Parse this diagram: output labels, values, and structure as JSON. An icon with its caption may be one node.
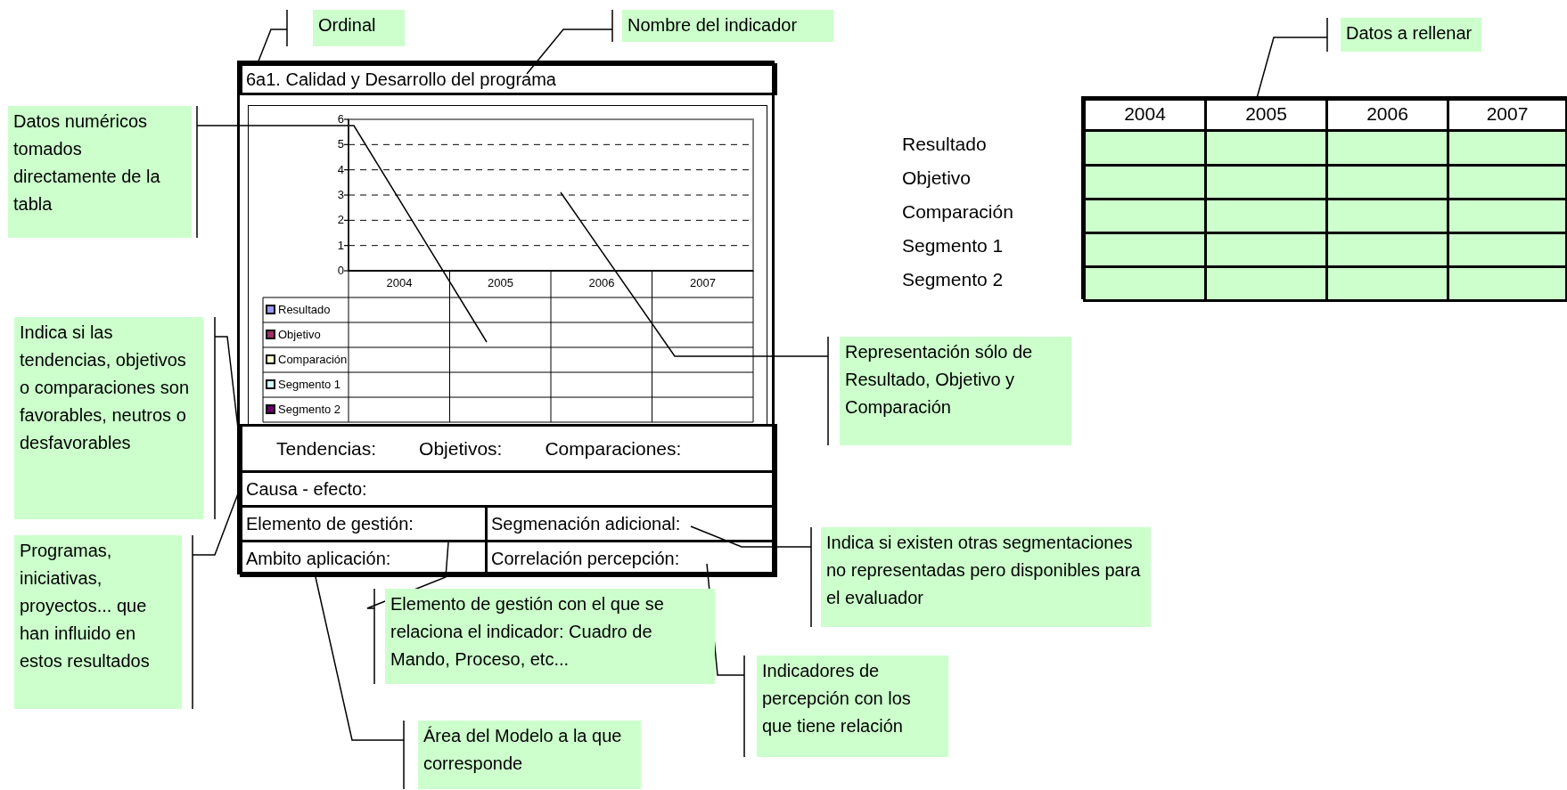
{
  "diagram": {
    "nodes": [
      {
        "text": [
          "Ordinal"
        ]
      },
      {
        "text": [
          "Nombre del indicador"
        ]
      },
      {
        "text": [],
        "shape": "box"
      },
      {
        "text": [
          "6a1. Calidad y Desarrollo del programa"
        ],
        "in": 2
      },
      {
        "text": [],
        "shape": "box",
        "in": 2
      },
      {
        "text": [
          "Tendencias:",
          "Objetivos:",
          "Comparaciones:"
        ],
        "in": 2
      },
      {
        "text": [
          "Causa - efecto:"
        ],
        "in": 2
      },
      {
        "text": [
          "Elemento de gestión:"
        ],
        "in": 2
      },
      {
        "text": [
          "Segmenación adicional:"
        ],
        "in": 2
      },
      {
        "text": [
          "Ambito aplicación:"
        ],
        "in": 2
      },
      {
        "text": [
          "Correlación percepción:"
        ],
        "in": 2
      },
      {
        "text": [
          "Datos numéricos tomados directamente de la tabla"
        ]
      },
      {
        "text": [
          "Indica si las tendencias, objetivos o comparaciones son favorables, neutros o desfavorables"
        ]
      },
      {
        "text": [
          "Programas, iniciativas, proyectos... que han influido en estos resultados"
        ]
      },
      {
        "text": [
          "Representación sólo de Resultado, Objetivo y Comparación"
        ]
      },
      {
        "text": [
          "Indica si existen otras segmentaciones no representadas pero disponibles para el evaluador"
        ]
      },
      {
        "text": [
          "Elemento de gestión con el que se relaciona el indicador: Cuadro de Mando, Proceso, etc..."
        ]
      },
      {
        "text": [
          "Indicadores de percepción con los que tiene relación"
        ]
      },
      {
        "text": [
          "Área del Modelo  a la que corresponde"
        ]
      },
      {
        "text": [
          "Datos a rellenar"
        ]
      },
      {
        "text": [],
        "shape": "box"
      }
    ],
    "edges": [
      {
        "from": 0,
        "to": 3,
        "arrow": "none"
      },
      {
        "from": 1,
        "to": 3,
        "arrow": "none"
      },
      {
        "from": 11,
        "to": 4,
        "arrow": "none"
      },
      {
        "from": 12,
        "to": 5,
        "arrow": "none"
      },
      {
        "from": 13,
        "to": 6,
        "arrow": "none"
      },
      {
        "from": 14,
        "to": 4,
        "arrow": "none"
      },
      {
        "from": 15,
        "to": 8,
        "arrow": "none"
      },
      {
        "from": 16,
        "to": 7,
        "arrow": "none"
      },
      {
        "from": 17,
        "to": 10,
        "arrow": "none"
      },
      {
        "from": 18,
        "to": 9,
        "arrow": "none"
      },
      {
        "from": 19,
        "to": 20,
        "arrow": "none"
      }
    ],
    "labels": [
      "6",
      "5",
      "4",
      "3",
      "2",
      "1",
      "0",
      "2004",
      "2005",
      "2006",
      "2007",
      "2004",
      "2005",
      "2006",
      "2007",
      "Resultado",
      "Objetivo",
      "Comparación",
      "Segmento 1",
      "Segmento 2"
    ],
    "legend": [
      {
        "text": "Resultado",
        "color": "#9999ff"
      },
      {
        "text": "Objetivo",
        "color": "#993366"
      },
      {
        "text": "Comparación",
        "color": "#ffffcc"
      },
      {
        "text": "Segmento 1",
        "color": "#ccffff"
      },
      {
        "text": "Segmento 2",
        "color": "#660066"
      }
    ]
  }
}
